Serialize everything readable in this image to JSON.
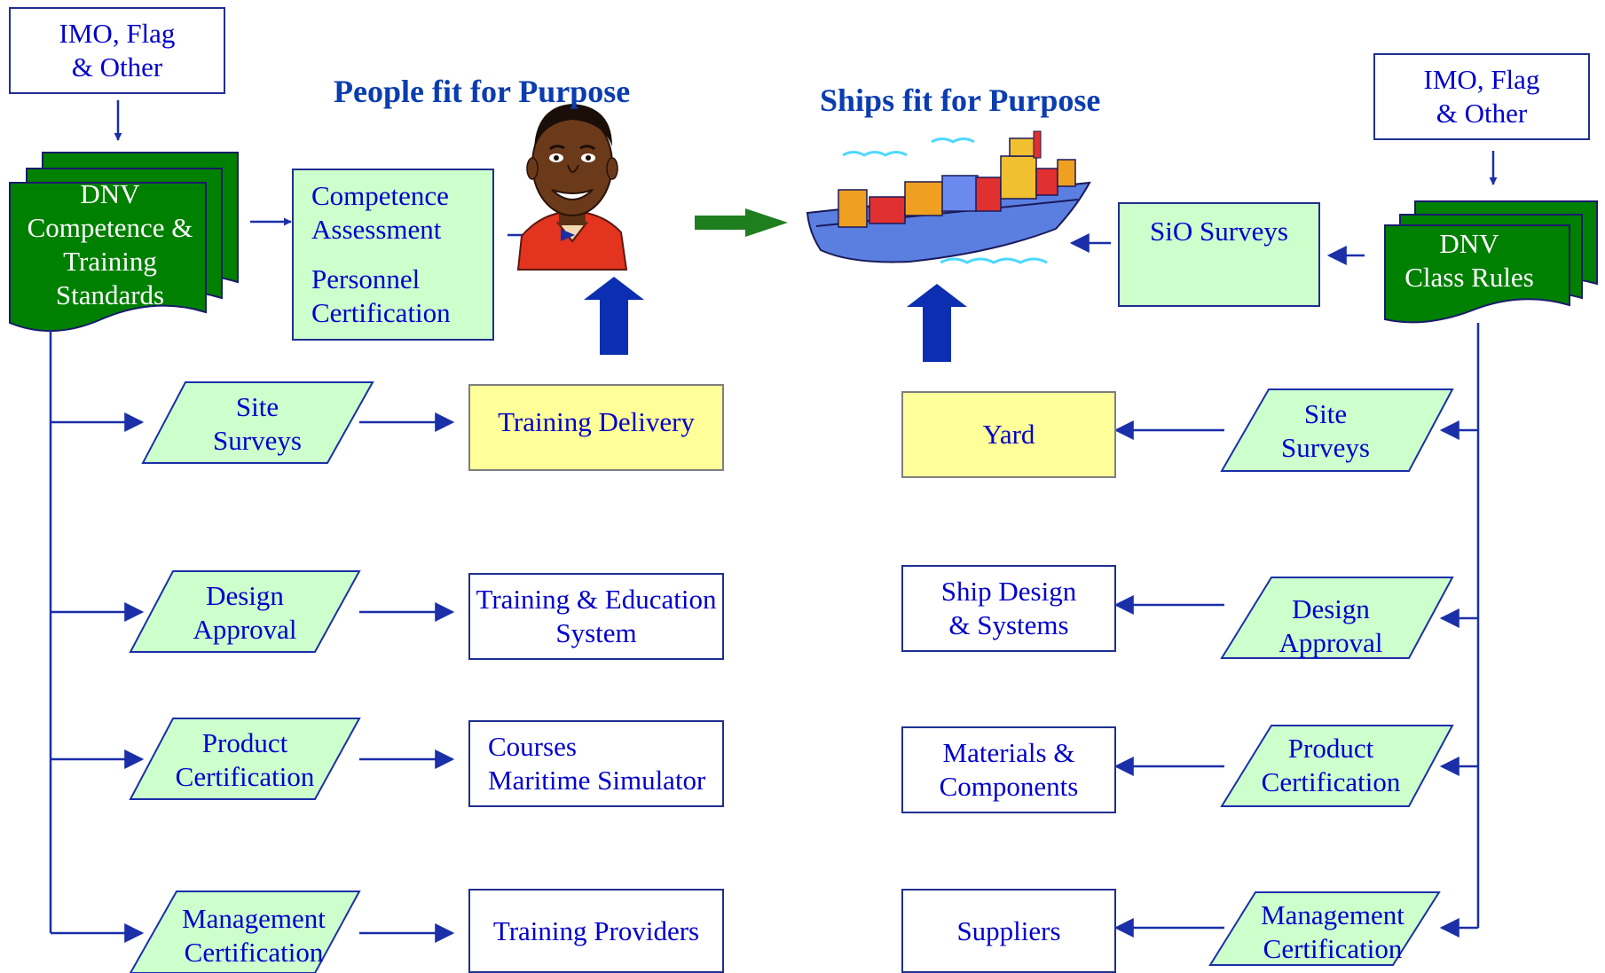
{
  "colors": {
    "dark_green": "#008000",
    "pale_green": "#ccffcc",
    "yellow": "#ffff99",
    "navy_line": "#1a2fa8",
    "text_blue": "#0000cc",
    "heading_blue": "#0b3db0",
    "big_arrow_blue": "#0b2fb0",
    "green_arrow": "#1f7f1f"
  },
  "headings": {
    "people": "People fit for Purpose",
    "ships": "Ships fit for Purpose"
  },
  "left": {
    "imo": [
      "IMO, Flag",
      "&  Other"
    ],
    "standards": [
      "DNV",
      "Competence &",
      "Training",
      "Standards"
    ],
    "competence": [
      "Competence",
      "Assessment"
    ],
    "personnel": [
      "Personnel",
      "Certification"
    ],
    "site_surveys": [
      "Site",
      "Surveys"
    ],
    "design_approval": [
      "Design",
      "Approval"
    ],
    "product_cert": [
      "Product",
      "Certification"
    ],
    "management_cert": [
      "Management",
      "Certification"
    ],
    "training_delivery": "Training Delivery",
    "training_education": [
      "Training & Education",
      "System"
    ],
    "courses": [
      "Courses",
      "Maritime Simulator"
    ],
    "training_providers": "Training Providers"
  },
  "right": {
    "imo": [
      "IMO, Flag",
      "& Other"
    ],
    "class_rules": [
      "DNV",
      "Class Rules"
    ],
    "sio": "SiO Surveys",
    "site_surveys": [
      "Site",
      "Surveys"
    ],
    "design_approval": [
      "Design",
      "Approval"
    ],
    "product_cert": [
      "Product",
      "Certification"
    ],
    "management_cert": [
      "Management",
      "Certification"
    ],
    "yard": "Yard",
    "ship_design": [
      "Ship Design",
      "& Systems"
    ],
    "materials": [
      "Materials &",
      "Components"
    ],
    "suppliers": "Suppliers"
  },
  "icons": {
    "person": "person-clipart-icon",
    "ship": "container-ship-clipart-icon"
  }
}
